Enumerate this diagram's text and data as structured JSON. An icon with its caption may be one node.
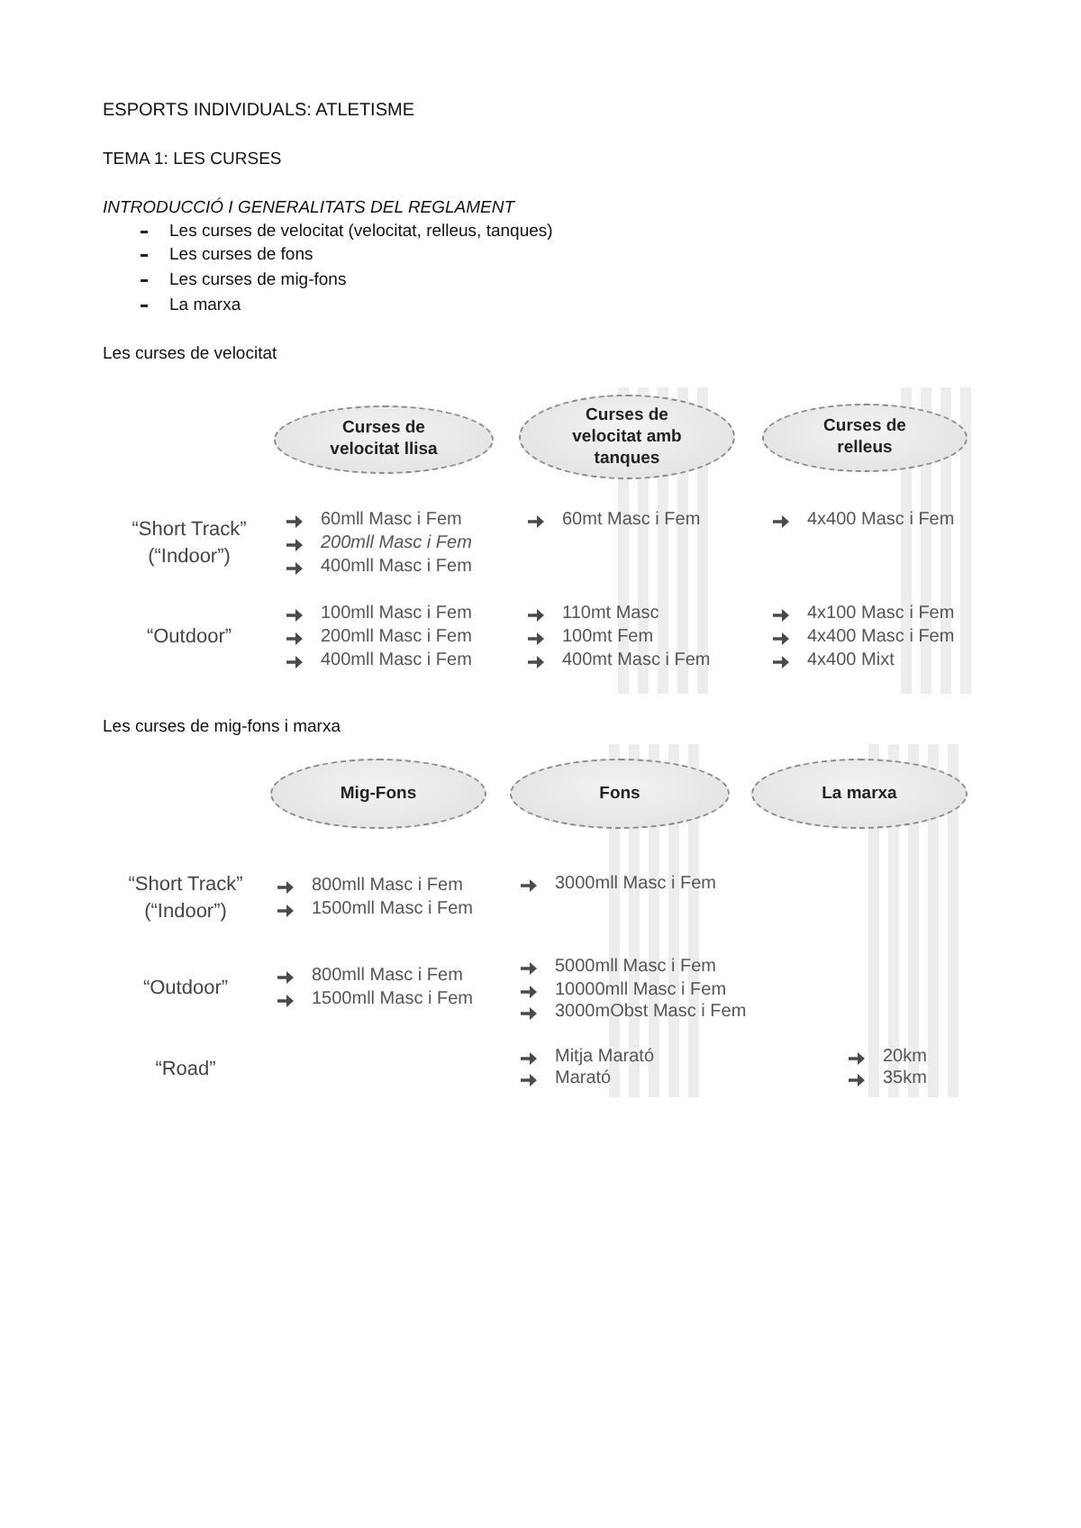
{
  "diagram": {
    "title": "ESPORTS INDIVIDUALS: ATLETISME",
    "nodes": [
      {
        "text": [
          "Curses de velocitat llisa"
        ]
      },
      {
        "text": [
          "Curses de velocitat amb tanques"
        ]
      },
      {
        "text": [
          "Curses de relleus"
        ]
      },
      {
        "text": [
          "Mig-Fons"
        ]
      },
      {
        "text": [
          "Fons"
        ]
      },
      {
        "text": [
          "La marxa"
        ]
      }
    ],
    "labels": [
      "TEMA 1: LES CURSES",
      "INTRODUCCIÓ I GENERALITATS DEL REGLAMENT",
      "Les curses de velocitat (velocitat, relleus, tanques)",
      "Les curses de fons",
      "Les curses de mig-fons",
      "La marxa",
      "Les curses de velocitat",
      "“Short Track” (“Indoor”)",
      "60mll Masc i Fem",
      "60mt Masc i Fem",
      "4x400 Masc i Fem",
      "200mll Masc i Fem",
      "400mll Masc i Fem",
      "“Outdoor”",
      "100mll Masc i Fem",
      "110mt Masc",
      "4x100 Masc i Fem",
      "200mll Masc i Fem",
      "100mt Fem",
      "4x400 Masc i Fem",
      "400mll Masc i Fem",
      "400mt Masc i Fem",
      "4x400 Mixt",
      "Les curses de mig-fons i marxa",
      "“Short Track” (“Indoor”)",
      "800mll Masc i Fem",
      "3000mll Masc i Fem",
      "1500mll Masc i Fem",
      "“Outdoor”",
      "800mll Masc i Fem",
      "5000mll Masc i Fem",
      "1500mll Masc i Fem",
      "10000mll Masc i Fem",
      "3000mObst Masc i Fem",
      "“Road”",
      "Mitja Marató",
      "20km",
      "Marató",
      "35km"
    ]
  }
}
